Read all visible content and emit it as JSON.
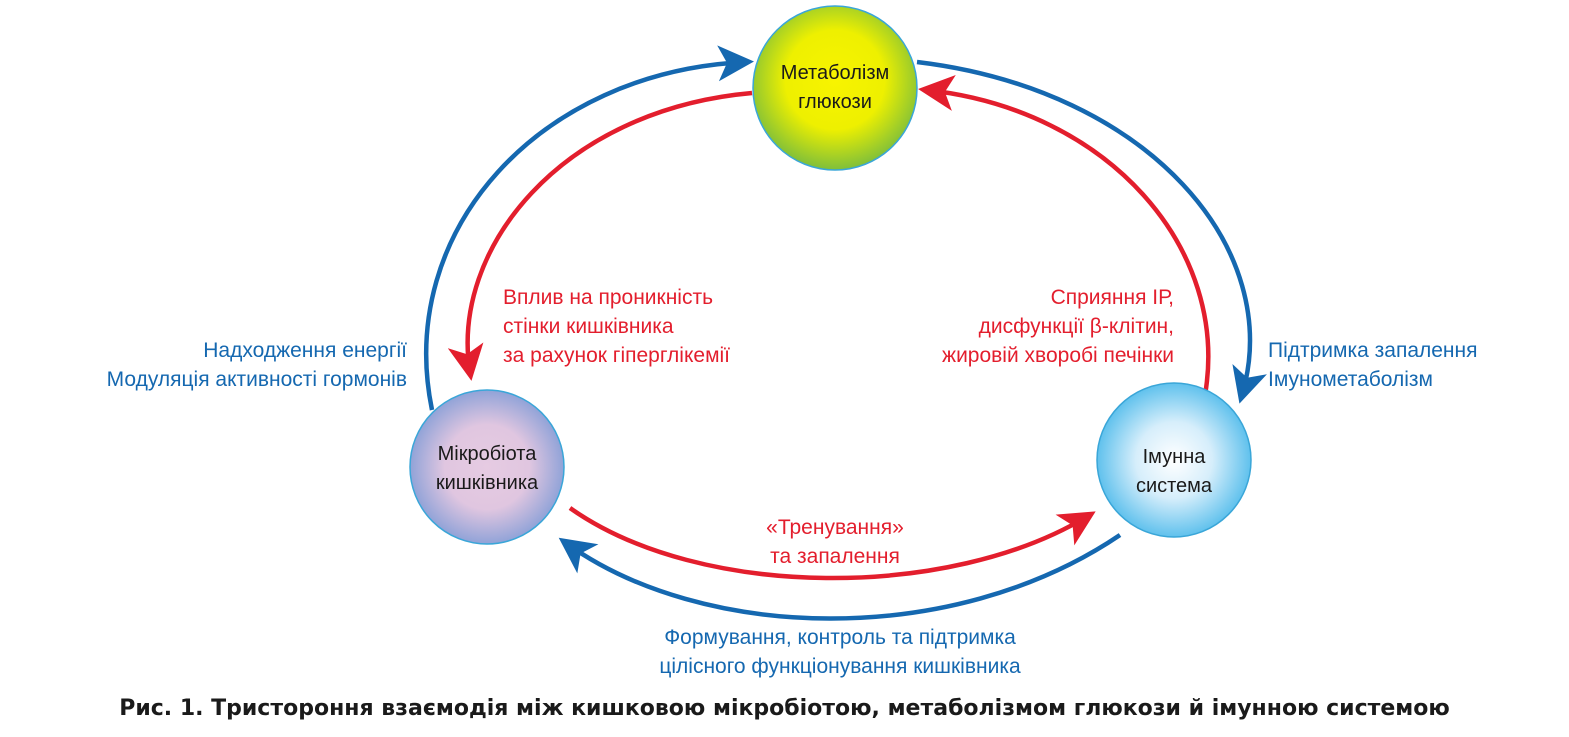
{
  "nodes": {
    "glucose": [
      "Метаболізм",
      "глюкози"
    ],
    "microbiota": [
      "Мікробіота",
      "кишківника"
    ],
    "immune": [
      "Імунна",
      "система"
    ]
  },
  "labels": {
    "left_blue": [
      "Надходження енергії",
      "Модуляція активності гормонів"
    ],
    "left_red": [
      "Вплив на проникність",
      "стінки кишківника",
      "за рахунок гіперглікемії"
    ],
    "right_red": [
      "Сприяння ІР,",
      "дисфункції β-клітин,",
      "жировій хворобі печінки"
    ],
    "right_blue": [
      "Підтримка запалення",
      "Імунометаболізм"
    ],
    "bottom_red": [
      "«Тренування»",
      "та запалення"
    ],
    "bottom_blue": [
      "Формування, контроль та підтримка",
      "цілісного функціонування кишківника"
    ]
  },
  "caption": "Рис. 1. Тристороння взаємодія між кишковою мікробіотою, метаболізмом глюкози й імунною системою",
  "colors": {
    "blue": "#1568b0",
    "red": "#e31e2d"
  }
}
